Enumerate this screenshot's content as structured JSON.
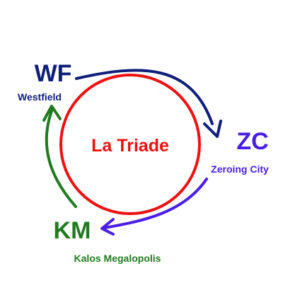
{
  "center": {
    "label": "La Triade",
    "color": "#ee1111"
  },
  "nodes": {
    "wf": {
      "abbr": "WF",
      "full": "Westfield",
      "color": "#0f1f7a"
    },
    "zc": {
      "abbr": "ZC",
      "full": "Zeroing City",
      "color": "#4a1ee6"
    },
    "km": {
      "abbr": "KM",
      "full": "Kalos Megalopolis",
      "color": "#1f7a1f"
    }
  },
  "arrows": {
    "wf_to_zc_color": "#0f1f7a",
    "zc_to_km_color": "#4a1ee6",
    "km_to_wf_color": "#1f7a1f"
  }
}
